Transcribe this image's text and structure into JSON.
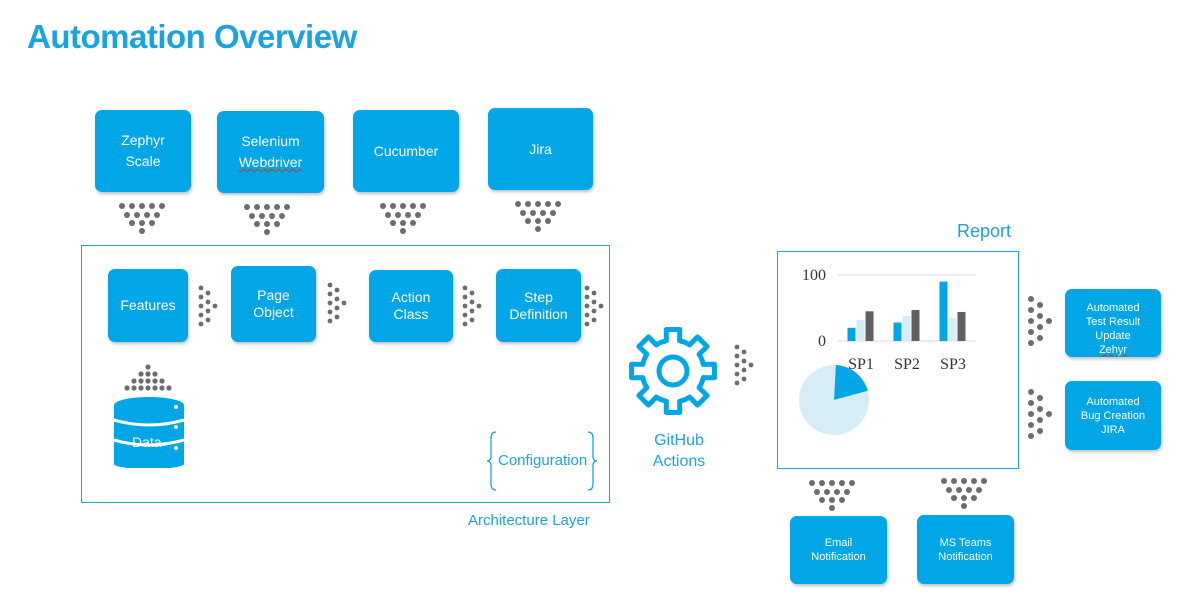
{
  "title": "Automation Overview",
  "colors": {
    "accent": "#00a6e6",
    "title": "#1aa3e1",
    "dots": "#6d6d6d",
    "lightBar": "#d6ecf7",
    "darkBar": "#606060"
  },
  "tools": [
    {
      "label": "Zephyr\nScale"
    },
    {
      "label": "Selenium",
      "label2": "Webdriver"
    },
    {
      "label": "Cucumber"
    },
    {
      "label": "Jira"
    }
  ],
  "layer": {
    "items": [
      {
        "label": "Features"
      },
      {
        "label": "Page\nObject"
      },
      {
        "label": "Action\nClass"
      },
      {
        "label": "Step\nDefinition"
      }
    ],
    "data_label": "Data",
    "config_label": "Configuration",
    "caption": "Architecture Layer"
  },
  "ci": {
    "label": "GitHub\nActions",
    "icon": "gear-icon"
  },
  "report": {
    "title": "Report",
    "chart_data": {
      "type": "bar",
      "categories": [
        "SP1",
        "SP2",
        "SP3"
      ],
      "series": [
        {
          "values": [
            20,
            28,
            90
          ],
          "color": "#00a6e6"
        },
        {
          "values": [
            32,
            38,
            35
          ],
          "color": "#d6ecf7"
        },
        {
          "values": [
            45,
            47,
            44
          ],
          "color": "#606060"
        }
      ],
      "ylim": [
        0,
        100
      ],
      "yticks": [
        "100",
        "0"
      ],
      "grid": true
    },
    "pie_data": {
      "type": "pie",
      "slices": [
        {
          "value": 20,
          "color": "#00a6e6"
        },
        {
          "value": 80,
          "color": "#d6ecf7"
        }
      ]
    }
  },
  "outputs": {
    "zephyr_update": {
      "line1": "Automated\nTest Result\nUpdate",
      "line2": "Zehyr"
    },
    "jira_bug": "Automated\nBug Creation\nJIRA",
    "email": "Email\nNotification",
    "teams": "MS Teams\nNotification"
  }
}
